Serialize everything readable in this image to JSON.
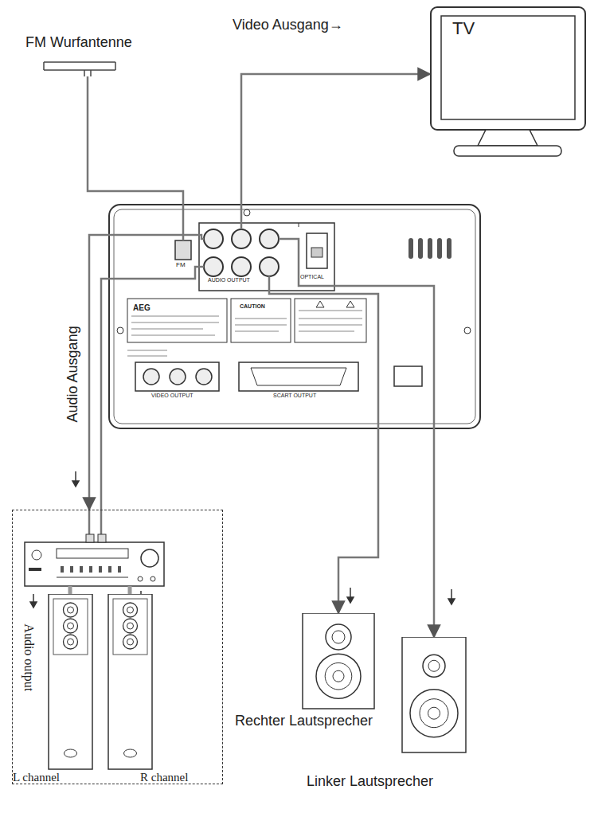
{
  "diagram": {
    "nodes": [
      {
        "text": [
          "FM Wurfantenne"
        ]
      },
      {
        "text": [
          "TV"
        ]
      },
      {
        "text": [
          "FM",
          "AUDIO OUTPUT",
          "OPTICAL",
          "AEG",
          "CAUTION",
          "VIDEO OUTPUT",
          "SCART OUTPUT"
        ]
      },
      {
        "text": [
          "Audio output"
        ]
      },
      {
        "text": [
          "L channel"
        ],
        "in": 3
      },
      {
        "text": [
          "R channel"
        ],
        "in": 3
      },
      {
        "text": [
          "Rechter Lautsprecher"
        ]
      },
      {
        "text": [
          "Linker Lautsprecher"
        ]
      }
    ],
    "edges": [
      {
        "from": 0,
        "to": 2,
        "arrow": "none"
      },
      {
        "from": 2,
        "to": 1,
        "arrow": "to",
        "label": "Video Ausgang→"
      },
      {
        "from": 2,
        "to": 3,
        "arrow": "to",
        "label": "Audio Ausgang"
      },
      {
        "from": 2,
        "to": 6,
        "arrow": "to"
      },
      {
        "from": 2,
        "to": 7,
        "arrow": "to"
      }
    ]
  }
}
